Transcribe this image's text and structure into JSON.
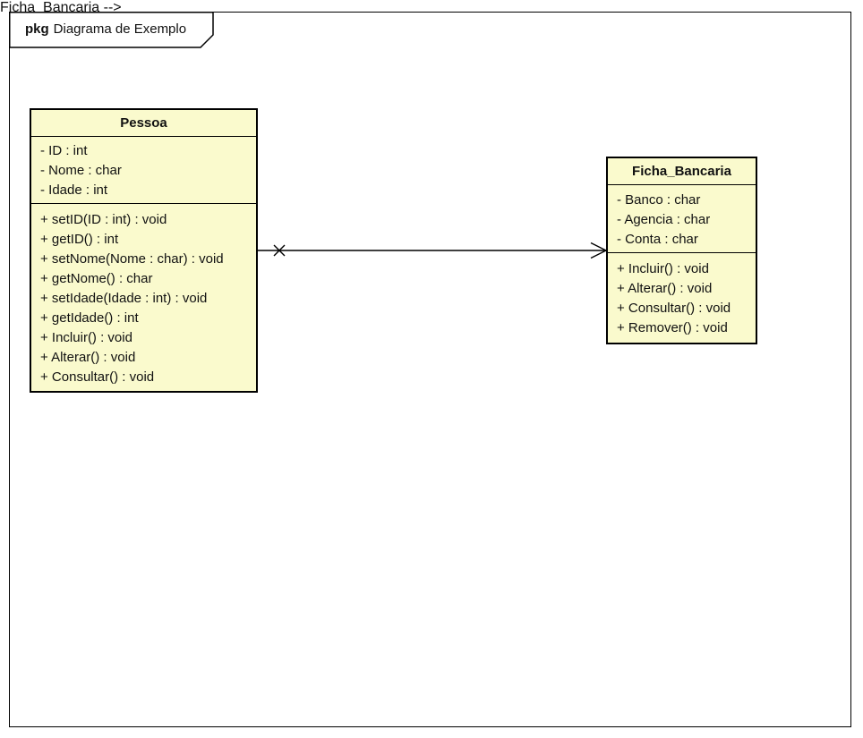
{
  "frame": {
    "keyword": "pkg",
    "title": "Diagrama de Exemplo"
  },
  "classes": {
    "pessoa": {
      "name": "Pessoa",
      "attributes": [
        "- ID : int",
        "- Nome : char",
        "- Idade : int"
      ],
      "methods": [
        "+ setID(ID : int) : void",
        "+ getID() : int",
        "+ setNome(Nome : char) : void",
        "+ getNome() : char",
        "+ setIdade(Idade : int) : void",
        "+ getIdade() : int",
        "+ Incluir() : void",
        "+ Alterar() : void",
        "+ Consultar() : void"
      ]
    },
    "ficha_bancaria": {
      "name": "Ficha_Bancaria",
      "attributes": [
        "- Banco : char",
        "- Agencia : char",
        "- Conta : char"
      ],
      "methods": [
        "+ Incluir() : void",
        "+ Alterar() : void",
        "+ Consultar() : void",
        "+ Remover() : void"
      ]
    }
  },
  "connector": {
    "type": "directed-association",
    "source": "Pessoa",
    "target": "Ficha_Bancaria",
    "source_marker": "x-non-navigable",
    "target_marker": "open-arrowhead"
  },
  "colors": {
    "class_fill": "#FAFACD",
    "stroke": "#000000",
    "background": "#FFFFFF"
  }
}
